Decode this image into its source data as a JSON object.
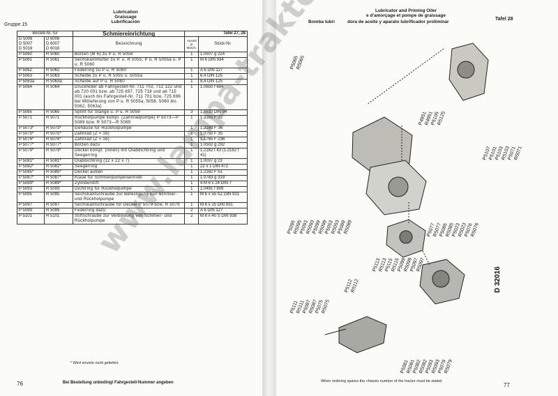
{
  "left_page": {
    "group": "Gruppe 15",
    "title_lines": [
      "Lubrication",
      "Graissage",
      "Lubrificación"
    ],
    "header": {
      "bestell_label": "Bestell-Nr. für",
      "models_a": [
        "D 5006",
        "D 5007",
        "D 5016"
      ],
      "models_b": [
        "D 6006",
        "D 6007",
        "D 6016"
      ],
      "section_title": "Schmiereinrichtung",
      "tafel": "Tafel 27, 28",
      "bezeichnung": "Bezeichnung",
      "anzahl": "Anzahl je Masch.",
      "stueck": "Stück-Nr."
    },
    "rows": [
      {
        "a": "P 5060",
        "b": "R 5060",
        "desc": "Bolzen (M 6) zu P u. R 5058",
        "qty": "1",
        "part": "1.0507 g 224"
      },
      {
        "a": "P 5061",
        "b": "R 5061",
        "desc": "Sechskantmutter zu P. u. R 5055, P u. R 5055a u. P u. R 5060",
        "qty": "1",
        "part": "M 6 DIN 934"
      },
      {
        "a": "P 5062",
        "b": "R 5062",
        "desc": "Federring zu P u. R 5060",
        "qty": "1",
        "part": "A 6 DIN 127"
      },
      {
        "a": "P 5063",
        "b": "R 5063",
        "desc": "Scheibe zu P u. R 5055 u. 5055a",
        "qty": "1",
        "part": "6,4 DIN 125"
      },
      {
        "a": "P 5063a",
        "b": "R 5063a",
        "desc": "Scheibe auf P u. R 5060",
        "qty": "1",
        "part": "8,4 DIN 125"
      },
      {
        "a": "P 5064",
        "b": "R 5064",
        "desc": "Druckfeder ab Fahrgestell-Nr. 711 702, 712 122 und ab 720 001 bzw. ab 725 697, 725 718 und ab 715 001 (auch bis Fahrgestell-Nr. 711 701 bzw. 725 696 bei Mitlieferung von P u. R 5055a, 5058, 5060 bis 5062, 5063a)",
        "qty": "1",
        "part": "1.0650 f 684"
      },
      {
        "a": "P 5065",
        "b": "R 5065",
        "desc": "Splint für Stange u. P u. R 5059",
        "qty": "3",
        "part": "1,5x10 DIN 94"
      },
      {
        "a": "P 5071",
        "b": "R 5071",
        "desc": "Rückholpumpe kompl. (Zahnradpumpe) P 5073—P 5089 bzw. R 5073—R 5089",
        "qty": "1",
        "part": "1.3355 F 22"
      },
      {
        "a": "P 5073*",
        "b": "R 5073*",
        "desc": "Gehäuse für Rückholpumpe",
        "qty": "1",
        "part": "1.2160 F 36"
      },
      {
        "a": "P 5075*",
        "b": "R 5075*",
        "desc": "Zahnrad (Z = 16)",
        "qty": "1",
        "part": "1.0750 F 35"
      },
      {
        "a": "P 5076*",
        "b": "R 5076*",
        "desc": "Zahnrad (Z = 16)",
        "qty": "1",
        "part": "1.1765 F 236"
      },
      {
        "a": "P 5077*",
        "b": "R 5077*",
        "desc": "Bolzen dazu",
        "qty": "1",
        "part": "1.0502 g 292"
      },
      {
        "a": "P 5079*",
        "b": "R 5079*",
        "desc": "Deckel kompl. (innen) mit Ölabdichtring und Seegerring",
        "qty": "1",
        "part": "1.2162 t 43 (1.2162 f 41)"
      },
      {
        "a": "P 5081*",
        "b": "R 5081*",
        "desc": "Ölabdichtring (12 x 22 x 7)",
        "qty": "1",
        "part": "1.0037 g 23"
      },
      {
        "a": "P 5082*",
        "b": "R 5082*",
        "desc": "Seegerring",
        "qty": "1",
        "part": "22 x 1 DIN 472"
      },
      {
        "a": "P 5085*",
        "b": "R 5085*",
        "desc": "Deckel außen",
        "qty": "1",
        "part": "1.2162 F 51"
      },
      {
        "a": "P 5087*",
        "b": "R 5087*",
        "desc": "Klaue für Schmierpumpenantrieb",
        "qty": "1",
        "part": "1.0783 g 319"
      },
      {
        "a": "P 5089*",
        "b": "R 5089*",
        "desc": "Zylinderstift",
        "qty": "1",
        "part": "4 M 6 x 24 DIN 7"
      },
      {
        "a": "P 5093",
        "b": "R 5093",
        "desc": "Dichtring für Rückholpumpe",
        "qty": "1",
        "part": "1.0491 f 809"
      },
      {
        "a": "P 5095",
        "b": "R 5095",
        "desc": "Sechskantschraube zur Befestigung von Schmier- und Rückholpumpe",
        "qty": "1",
        "part": "M 6 x 55 SZ DIN 931"
      },
      {
        "a": "P 5097",
        "b": "R 5097",
        "desc": "Sechskantschraube für Deckel P 5079 bzw. R 5079",
        "qty": "1",
        "part": "M 6 x 25 DIN 931"
      },
      {
        "a": "P 5099",
        "b": "R 5099",
        "desc": "Federring dazu",
        "qty": "2",
        "part": "A 6 DIN 127"
      },
      {
        "a": "P 5101",
        "b": "R 5101",
        "desc": "Stiftschraube zur Verbindung von Schmier- und Rückholpumpe",
        "qty": "2",
        "part": "M 6 x 40 S DIN 938"
      }
    ],
    "footnote": "* Wird einzeln nicht geliefert.",
    "page_number": "76",
    "footer": "Bei Bestellung unbedingt Fahrgestell-Nummer angeben"
  },
  "right_page": {
    "title_lines": [
      "Lubricator and Priming Oiler",
      "e d'amorçage et pompe de graissage",
      "dora de aceite y aparato lubrificador proliminar"
    ],
    "title_prefix": "Bomba lubri",
    "tafel": "Tafel 28",
    "drawing_number": "D 32016",
    "callouts": [
      "P5065",
      "R5065",
      "P4951",
      "R4951",
      "P5105",
      "R5125",
      "P5107",
      "P5101",
      "P5103",
      "R5103",
      "P5071",
      "R5071",
      "P5077",
      "R5077",
      "P5085",
      "R5085",
      "P5023",
      "R5023",
      "P5076",
      "R5076",
      "P5095",
      "R5095",
      "P5093",
      "R5093",
      "P5099",
      "R5099",
      "P5053",
      "R5053",
      "P5089",
      "R5089",
      "P5112",
      "R5112",
      "P5111",
      "R5111",
      "P5087",
      "R5087",
      "P5075",
      "R5075",
      "P5113",
      "R5113",
      "P5115",
      "R5115",
      "P5099",
      "R5099",
      "P5097",
      "R5097",
      "P5081",
      "R5081",
      "P5082",
      "R5082",
      "P5093",
      "R5093",
      "P5079",
      "R5079"
    ],
    "footer": "When ordering spares the chassis number of the tractor must be stated",
    "page_number": "77"
  },
  "watermark": "www.lampa-traktor.de"
}
